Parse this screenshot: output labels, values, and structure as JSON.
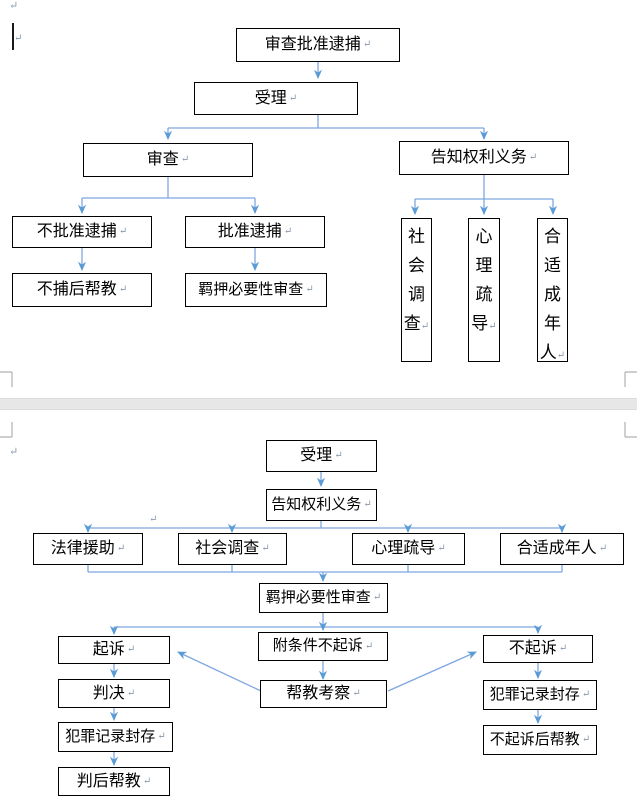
{
  "marks": {
    "pilcrow": "↵"
  },
  "colors": {
    "connector_blue": "#7ea6e0",
    "arrowhead_blue": "#5b9bd5",
    "box_border": "#000000",
    "page_gap_gray": "#e7e7e7",
    "margin_mark_gray": "#b0b0b0",
    "pilcrow_gray": "#8a99ad"
  },
  "page1": {
    "boxes": {
      "review_approve_arrest": "审查批准逮捕",
      "accept": "受理",
      "review": "审查",
      "inform_rights": "告知权利义务",
      "disapprove_arrest": "不批准逮捕",
      "approve_arrest": "批准逮捕",
      "post_non_arrest_mentoring": "不捕后帮教",
      "detention_necessity_review": "羁押必要性审查",
      "social_investigation": "社会调查",
      "psych_counseling": "心理疏导",
      "appropriate_adult": "合适成年人"
    },
    "edges": [
      "审查批准逮捕→受理",
      "受理→审查",
      "受理→告知权利义务",
      "审查→不批准逮捕",
      "审查→批准逮捕",
      "不批准逮捕→不捕后帮教",
      "批准逮捕→羁押必要性审查",
      "告知权利义务→社会调查",
      "告知权利义务→心理疏导",
      "告知权利义务→合适成年人"
    ]
  },
  "page2": {
    "boxes": {
      "accept": "受理",
      "inform_rights": "告知权利义务",
      "legal_aid": "法律援助",
      "social_investigation": "社会调查",
      "psych_counseling": "心理疏导",
      "appropriate_adult": "合适成年人",
      "detention_necessity_review": "羁押必要性审查",
      "prosecution": "起诉",
      "conditional_non_prosecution": "附条件不起诉",
      "non_prosecution": "不起诉",
      "judgment": "判决",
      "record_sealing_left": "犯罪记录封存",
      "post_judgment_mentoring": "判后帮教",
      "mentoring_probation": "帮教考察",
      "record_sealing_right": "犯罪记录封存",
      "post_non_prosecution_mentoring": "不起诉后帮教"
    },
    "edges": [
      "受理→告知权利义务",
      "告知权利义务→法律援助",
      "告知权利义务→社会调查",
      "告知权利义务→心理疏导",
      "告知权利义务→合适成年人",
      "法律援助→羁押必要性审查",
      "社会调查→羁押必要性审查",
      "心理疏导→羁押必要性审查",
      "合适成年人→羁押必要性审查",
      "羁押必要性审查→起诉",
      "羁押必要性审查→附条件不起诉",
      "羁押必要性审查→不起诉",
      "起诉→判决",
      "判决→犯罪记录封存",
      "犯罪记录封存→判后帮教",
      "附条件不起诉→帮教考察",
      "帮教考察→起诉",
      "帮教考察→不起诉",
      "不起诉→犯罪记录封存",
      "犯罪记录封存→不起诉后帮教"
    ]
  }
}
